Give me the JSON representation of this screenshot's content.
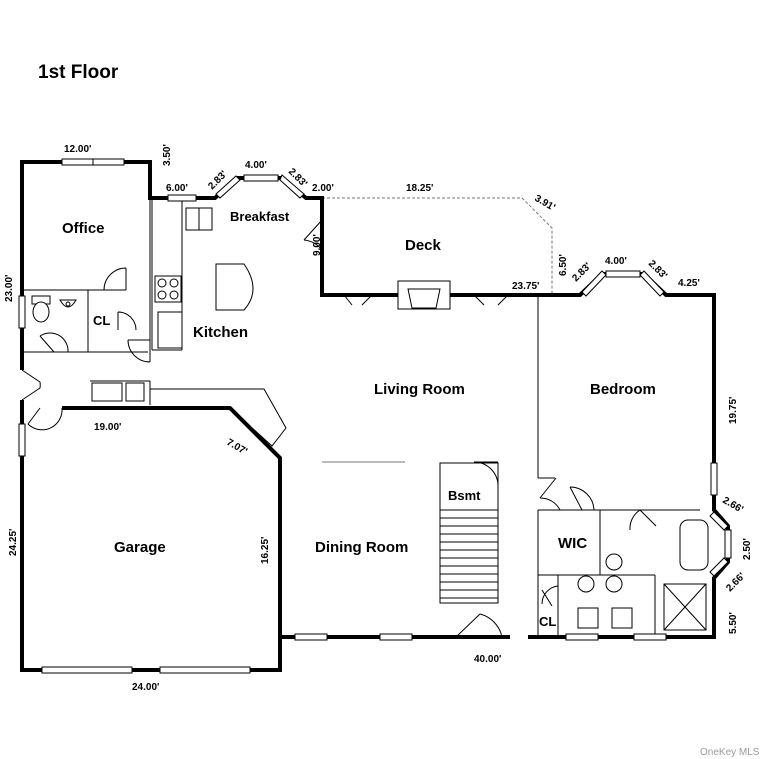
{
  "title": "1st Floor",
  "rooms": {
    "office": "Office",
    "breakfast": "Breakfast",
    "deck": "Deck",
    "kitchen": "Kitchen",
    "living_room": "Living Room",
    "bedroom": "Bedroom",
    "garage": "Garage",
    "dining_room": "Dining Room",
    "basement": "Bsmt",
    "walk_in_closet": "WIC",
    "closet_office": "CL",
    "closet_bath": "CL"
  },
  "dimensions": {
    "office_top": "12.00'",
    "office_corner": "3.50'",
    "kitchen_top": "6.00'",
    "bay_left_side": "2.83'",
    "bay_left_front": "4.00'",
    "bay_left_right": "2.83'",
    "breakfast_right": "2.00'",
    "deck_width": "18.25'",
    "deck_corner": "3.91'",
    "deck_depth": "9.00'",
    "deck_side": "6.50'",
    "living_span": "23.75'",
    "bay_right_side": "2.83'",
    "bay_right_front": "4.00'",
    "bay_right_right": "2.83'",
    "bedroom_top_right": "4.25'",
    "west_wall": "23.00'",
    "garage_top": "19.00'",
    "garage_corner": "7.07'",
    "bedroom_east": "19.75'",
    "bay_east_upper": "2.66'",
    "bay_east_front": "2.50'",
    "bay_east_lower": "2.66'",
    "garage_west": "24.25'",
    "garage_east": "16.25'",
    "bath_east": "5.50'",
    "south_wall": "40.00'",
    "garage_bottom": "24.00'"
  },
  "watermark": "OneKey MLS"
}
